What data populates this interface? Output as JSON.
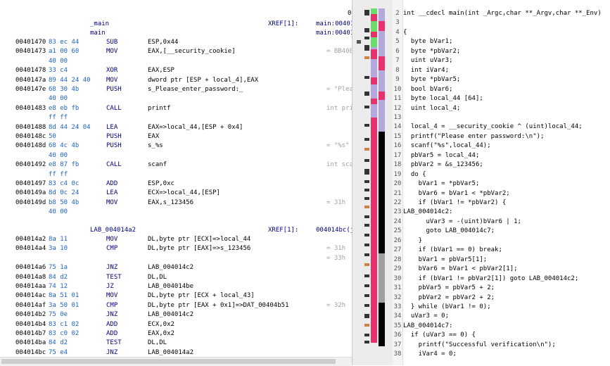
{
  "listing": {
    "top_right": "0",
    "main_label_1": "_main",
    "main_label_2": "main",
    "xref1_label": "XREF[1]:",
    "xref1_v1": "main:004014",
    "xref1_v2": "main:00401",
    "rows": [
      {
        "addr": "00401470",
        "bytes": "83 ec 44",
        "mnem": "SUB",
        "ops": "ESP,0x44",
        "com": ""
      },
      {
        "addr": "00401473",
        "bytes": "a1 00 60",
        "mnem": "MOV",
        "ops": "EAX,[__security_cookie]",
        "com": "= BB40E"
      },
      {
        "addr": "",
        "bytes": "40 00",
        "mnem": "",
        "ops": "",
        "com": ""
      },
      {
        "addr": "00401478",
        "bytes": "33 c4",
        "mnem": "XOR",
        "ops": "EAX,ESP",
        "com": ""
      },
      {
        "addr": "0040147a",
        "bytes": "89 44 24 40",
        "mnem": "MOV",
        "ops": "dword ptr [ESP + local_4],EAX",
        "com": ""
      },
      {
        "addr": "0040147e",
        "bytes": "68 30 4b",
        "mnem": "PUSH",
        "ops": "s_Please_enter_password:_",
        "com": "= \"Plea"
      },
      {
        "addr": "",
        "bytes": "40 00",
        "mnem": "",
        "ops": "",
        "com": ""
      },
      {
        "addr": "00401483",
        "bytes": "e8 eb fb",
        "mnem": "CALL",
        "ops": "printf",
        "com": "int pri"
      },
      {
        "addr": "",
        "bytes": "ff ff",
        "mnem": "",
        "ops": "",
        "com": ""
      },
      {
        "addr": "00401488",
        "bytes": "8d 44 24 04",
        "mnem": "LEA",
        "ops": "EAX=>local_44,[ESP + 0x4]",
        "com": ""
      },
      {
        "addr": "0040148c",
        "bytes": "50",
        "mnem": "PUSH",
        "ops": "EAX",
        "com": ""
      },
      {
        "addr": "0040148d",
        "bytes": "68 4c 4b",
        "mnem": "PUSH",
        "ops": "s_%s",
        "com": "= \"%s\""
      },
      {
        "addr": "",
        "bytes": "40 00",
        "mnem": "",
        "ops": "",
        "com": ""
      },
      {
        "addr": "00401492",
        "bytes": "e8 87 fb",
        "mnem": "CALL",
        "ops": "scanf",
        "com": "int sca"
      },
      {
        "addr": "",
        "bytes": "ff ff",
        "mnem": "",
        "ops": "",
        "com": ""
      },
      {
        "addr": "00401497",
        "bytes": "83 c4 0c",
        "mnem": "ADD",
        "ops": "ESP,0xc",
        "com": ""
      },
      {
        "addr": "0040149a",
        "bytes": "8d 0c 24",
        "mnem": "LEA",
        "ops": "ECX=>local_44,[ESP]",
        "com": ""
      },
      {
        "addr": "0040149d",
        "bytes": "b8 50 4b",
        "mnem": "MOV",
        "ops": "EAX,s_123456",
        "com": "= 31h"
      },
      {
        "addr": "",
        "bytes": "40 00",
        "mnem": "",
        "ops": "",
        "com": ""
      }
    ],
    "lab2_label": "LAB_004014a2",
    "xref2_label": "XREF[1]:",
    "xref2_v": "004014bc(j",
    "rows2": [
      {
        "addr": "004014a2",
        "bytes": "8a 11",
        "mnem": "MOV",
        "ops": "DL,byte ptr [ECX]=>local_44",
        "com": ""
      },
      {
        "addr": "004014a4",
        "bytes": "3a 10",
        "mnem": "CMP",
        "ops": "DL,byte ptr [EAX]=>s_123456",
        "com": "= 31h"
      },
      {
        "addr": "",
        "bytes": "",
        "mnem": "",
        "ops": "",
        "com": "= 33h"
      },
      {
        "addr": "004014a6",
        "bytes": "75 1a",
        "mnem": "JNZ",
        "ops": "LAB_004014c2",
        "com": ""
      },
      {
        "addr": "004014a8",
        "bytes": "84 d2",
        "mnem": "TEST",
        "ops": "DL,DL",
        "com": ""
      },
      {
        "addr": "004014aa",
        "bytes": "74 12",
        "mnem": "JZ",
        "ops": "LAB_004014be",
        "com": ""
      },
      {
        "addr": "004014ac",
        "bytes": "8a 51 01",
        "mnem": "MOV",
        "ops": "DL,byte ptr [ECX + local_43]",
        "com": ""
      },
      {
        "addr": "004014af",
        "bytes": "3a 50 01",
        "mnem": "CMP",
        "ops": "DL,byte ptr [EAX + 0x1]=>DAT_00404b51",
        "com": "= 32h"
      },
      {
        "addr": "004014b2",
        "bytes": "75 0e",
        "mnem": "JNZ",
        "ops": "LAB_004014c2",
        "com": ""
      },
      {
        "addr": "004014b4",
        "bytes": "83 c1 02",
        "mnem": "ADD",
        "ops": "ECX,0x2",
        "com": ""
      },
      {
        "addr": "004014b7",
        "bytes": "83 c0 02",
        "mnem": "ADD",
        "ops": "EAX,0x2",
        "com": ""
      },
      {
        "addr": "004014ba",
        "bytes": "84 d2",
        "mnem": "TEST",
        "ops": "DL,DL",
        "com": ""
      },
      {
        "addr": "004014bc",
        "bytes": "75 e4",
        "mnem": "JNZ",
        "ops": "LAB_004014a2",
        "com": ""
      }
    ]
  },
  "decompiler": {
    "lines": [
      {
        "n": "2",
        "t": "int __cdecl main(int _Argc,char **_Argv,char **_Env)"
      },
      {
        "n": "3",
        "t": ""
      },
      {
        "n": "4",
        "t": "{"
      },
      {
        "n": "5",
        "t": "  byte bVar1;"
      },
      {
        "n": "6",
        "t": "  byte *pbVar2;"
      },
      {
        "n": "7",
        "t": "  uint uVar3;"
      },
      {
        "n": "8",
        "t": "  int iVar4;"
      },
      {
        "n": "9",
        "t": "  byte *pbVar5;"
      },
      {
        "n": "10",
        "t": "  bool bVar6;"
      },
      {
        "n": "11",
        "t": "  byte local_44 [64];"
      },
      {
        "n": "12",
        "t": "  uint local_4;"
      },
      {
        "n": "13",
        "t": ""
      },
      {
        "n": "14",
        "t": "  local_4 = __security_cookie ^ (uint)local_44;"
      },
      {
        "n": "15",
        "t": "  printf(\"Please enter password:\\n\");"
      },
      {
        "n": "16",
        "t": "  scanf(\"%s\",local_44);"
      },
      {
        "n": "17",
        "t": "  pbVar5 = local_44;"
      },
      {
        "n": "18",
        "t": "  pbVar2 = &s_123456;"
      },
      {
        "n": "19",
        "t": "  do {"
      },
      {
        "n": "20",
        "t": "    bVar1 = *pbVar5;"
      },
      {
        "n": "21",
        "t": "    bVar6 = bVar1 < *pbVar2;"
      },
      {
        "n": "22",
        "t": "    if (bVar1 != *pbVar2) {"
      },
      {
        "n": "23",
        "t": "LAB_004014c2:"
      },
      {
        "n": "24",
        "t": "      uVar3 = -(uint)bVar6 | 1;"
      },
      {
        "n": "25",
        "t": "      goto LAB_004014c7;"
      },
      {
        "n": "26",
        "t": "    }"
      },
      {
        "n": "27",
        "t": "    if (bVar1 == 0) break;"
      },
      {
        "n": "28",
        "t": "    bVar1 = pbVar5[1];"
      },
      {
        "n": "29",
        "t": "    bVar6 = bVar1 < pbVar2[1];"
      },
      {
        "n": "30",
        "t": "    if (bVar1 != pbVar2[1]) goto LAB_004014c2;"
      },
      {
        "n": "31",
        "t": "    pbVar5 = pbVar5 + 2;"
      },
      {
        "n": "32",
        "t": "    pbVar2 = pbVar2 + 2;"
      },
      {
        "n": "33",
        "t": "  } while (bVar1 != 0);"
      },
      {
        "n": "34",
        "t": "  uVar3 = 0;"
      },
      {
        "n": "35",
        "t": "LAB_004014c7:"
      },
      {
        "n": "36",
        "t": "  if (uVar3 == 0) {"
      },
      {
        "n": "37",
        "t": "    printf(\"Successful verification\\n\");"
      },
      {
        "n": "38",
        "t": "    iVar4 = 0;"
      }
    ]
  },
  "colors": {
    "overview_pink": "#e8326e",
    "overview_black": "#000000",
    "overview_lavender": "#b4a8dc",
    "overview_green": "#6cdc6c",
    "overview_gray": "#a0a0a0"
  }
}
